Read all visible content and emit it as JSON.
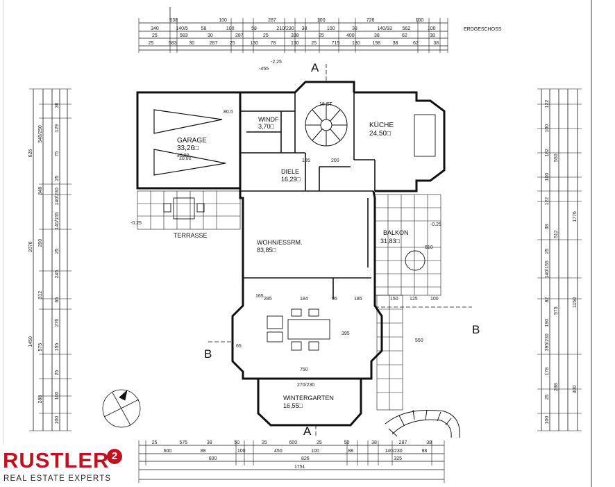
{
  "plan": {
    "floor_title": "ERDGESCHOSS",
    "section_a_top": "A",
    "section_a_bottom": "A",
    "section_b_left": "B",
    "section_b_right": "B",
    "rooms": {
      "garage": {
        "name": "GARAGE",
        "area": "33,26□",
        "level": "±0.00"
      },
      "winde": {
        "name": "WINDF",
        "area": "3,70□"
      },
      "kueche": {
        "name": "KÜCHE",
        "area": "24,50□"
      },
      "diele": {
        "name": "DIELE",
        "area": "16,29□"
      },
      "terrasse": {
        "name": "TERRASSE"
      },
      "balkon": {
        "name": "BALKON",
        "area": "31,83□"
      },
      "wohn": {
        "name": "WOHN/ESSRM.",
        "area": "83,85□"
      },
      "wintergarten": {
        "name": "WINTERGARTEN",
        "area": "16,55□"
      },
      "stairs": {
        "label": "18 ST."
      }
    },
    "dims": {
      "top_row1": [
        "538",
        "100",
        "287",
        "100",
        "726",
        "100"
      ],
      "top_row2": [
        "340",
        "140/5",
        "58",
        "100",
        "58",
        "210/230",
        "38",
        "100",
        "38",
        "140/93",
        "562",
        "100"
      ],
      "top_row3": [
        "25",
        "583",
        "30",
        "287",
        "25",
        "338",
        "25",
        "400",
        "38",
        "62",
        "38"
      ],
      "top_row4": [
        "25",
        "583",
        "30",
        "287",
        "25",
        "130",
        "78",
        "130",
        "25",
        "715",
        "130",
        "198",
        "38",
        "62",
        "38"
      ],
      "bottom_row1": [
        "25",
        "575",
        "38",
        "50",
        "25",
        "600",
        "25",
        "50",
        "38",
        "287",
        "38"
      ],
      "bottom_row2": [
        "600",
        "88",
        "100",
        "450",
        "100",
        "88",
        "140/230",
        "98"
      ],
      "bottom_row3": [
        "600",
        "826",
        "325"
      ],
      "bottom_row4": [
        "1751"
      ],
      "left_outer": [
        "626",
        "2076",
        "1450"
      ],
      "left_mid": [
        "540/250",
        "348",
        "200",
        "312",
        "575",
        "288"
      ],
      "left_inner": [
        "36",
        "129",
        "75",
        "25",
        "140/230",
        "140/155",
        "25",
        "245",
        "65",
        "276",
        "155",
        "25",
        "100",
        "100"
      ],
      "right_outer": [
        "1776",
        "1150",
        "300"
      ],
      "right_mid": [
        "550",
        "512",
        "575",
        "288"
      ],
      "right_inner": [
        "122",
        "100",
        "182",
        "100",
        "122",
        "38",
        "25",
        "140/155",
        "82",
        "190",
        "395/230",
        "178",
        "25",
        "100"
      ],
      "interior": [
        "285",
        "184",
        "96",
        "185",
        "150",
        "125",
        "100",
        "750",
        "395",
        "610",
        "550",
        "270/230",
        "126",
        "200",
        "80.5",
        "165",
        "65"
      ],
      "level_marks": [
        "-455",
        "-2.25",
        "±0.00",
        "-0.25",
        "-0.25"
      ]
    }
  },
  "brand": {
    "name": "RUSTLER",
    "sup": "2",
    "tagline": "REAL ESTATE EXPERTS",
    "color": "#c1121f"
  }
}
